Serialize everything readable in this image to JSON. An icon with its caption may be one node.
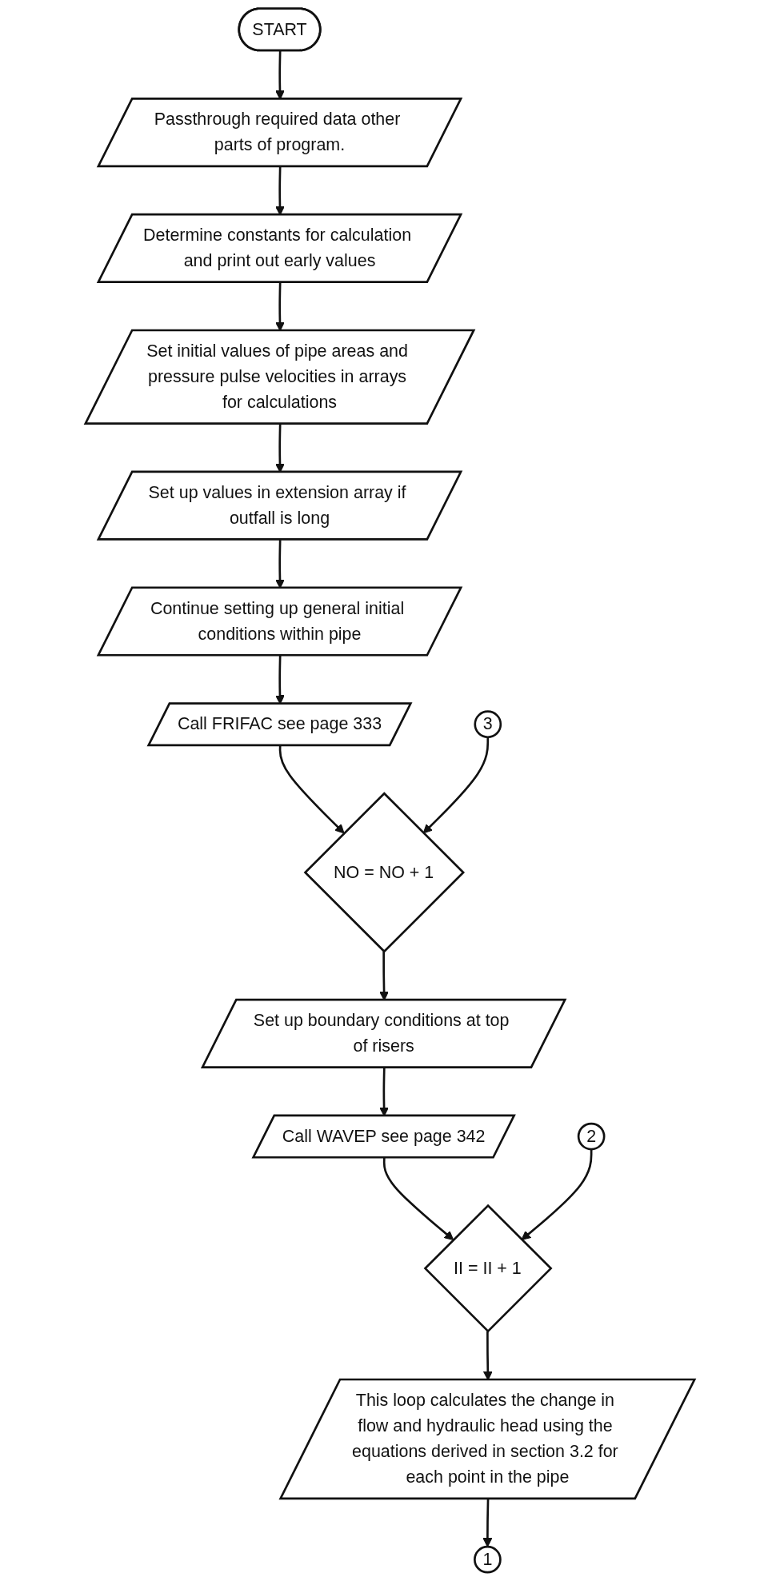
{
  "diagram": {
    "nodes": [
      {
        "text": [
          "START"
        ]
      },
      {
        "text": [
          "Passthrough required data other parts of program."
        ]
      },
      {
        "text": [
          "Determine constants for calculation and print out early values"
        ]
      },
      {
        "text": [
          "Set initial values of pipe areas and pressure pulse velocities in arrays for calculations"
        ]
      },
      {
        "text": [
          "Set up values in extension array if outfall is long"
        ]
      },
      {
        "text": [
          "Continue setting up general initial conditions within pipe"
        ]
      },
      {
        "text": [
          "Call FRIFAC see page 333"
        ]
      },
      {
        "text": [
          "NO = NO + 1"
        ]
      },
      {
        "text": [
          "Set up boundary conditions at top of risers"
        ]
      },
      {
        "text": [
          "Call WAVEP see page 342"
        ]
      },
      {
        "text": [
          "II = II + 1"
        ]
      },
      {
        "text": [
          "This loop calculates the change in flow and hydraulic head using the equations derived in section 3.2 for each point in the pipe"
        ]
      },
      {
        "text": [
          "2"
        ]
      },
      {
        "text": [
          "1"
        ]
      },
      {
        "text": [
          "3"
        ]
      }
    ],
    "edges": [
      {
        "from": 0,
        "to": 1,
        "arrow": "to"
      },
      {
        "from": 1,
        "to": 2,
        "arrow": "to"
      },
      {
        "from": 2,
        "to": 3,
        "arrow": "to"
      },
      {
        "from": 3,
        "to": 4,
        "arrow": "to"
      },
      {
        "from": 4,
        "to": 5,
        "arrow": "to"
      },
      {
        "from": 5,
        "to": 6,
        "arrow": "to"
      },
      {
        "from": 6,
        "to": 7,
        "arrow": "to"
      },
      {
        "from": 7,
        "to": 8,
        "arrow": "to"
      },
      {
        "from": 8,
        "to": 9,
        "arrow": "to"
      },
      {
        "from": 9,
        "to": 10,
        "arrow": "to"
      },
      {
        "from": 10,
        "to": 11,
        "arrow": "to"
      },
      {
        "from": 11,
        "to": 13,
        "arrow": "to"
      },
      {
        "from": 12,
        "to": 10,
        "arrow": "to"
      },
      {
        "from": 14,
        "to": 7,
        "arrow": "to"
      }
    ]
  }
}
